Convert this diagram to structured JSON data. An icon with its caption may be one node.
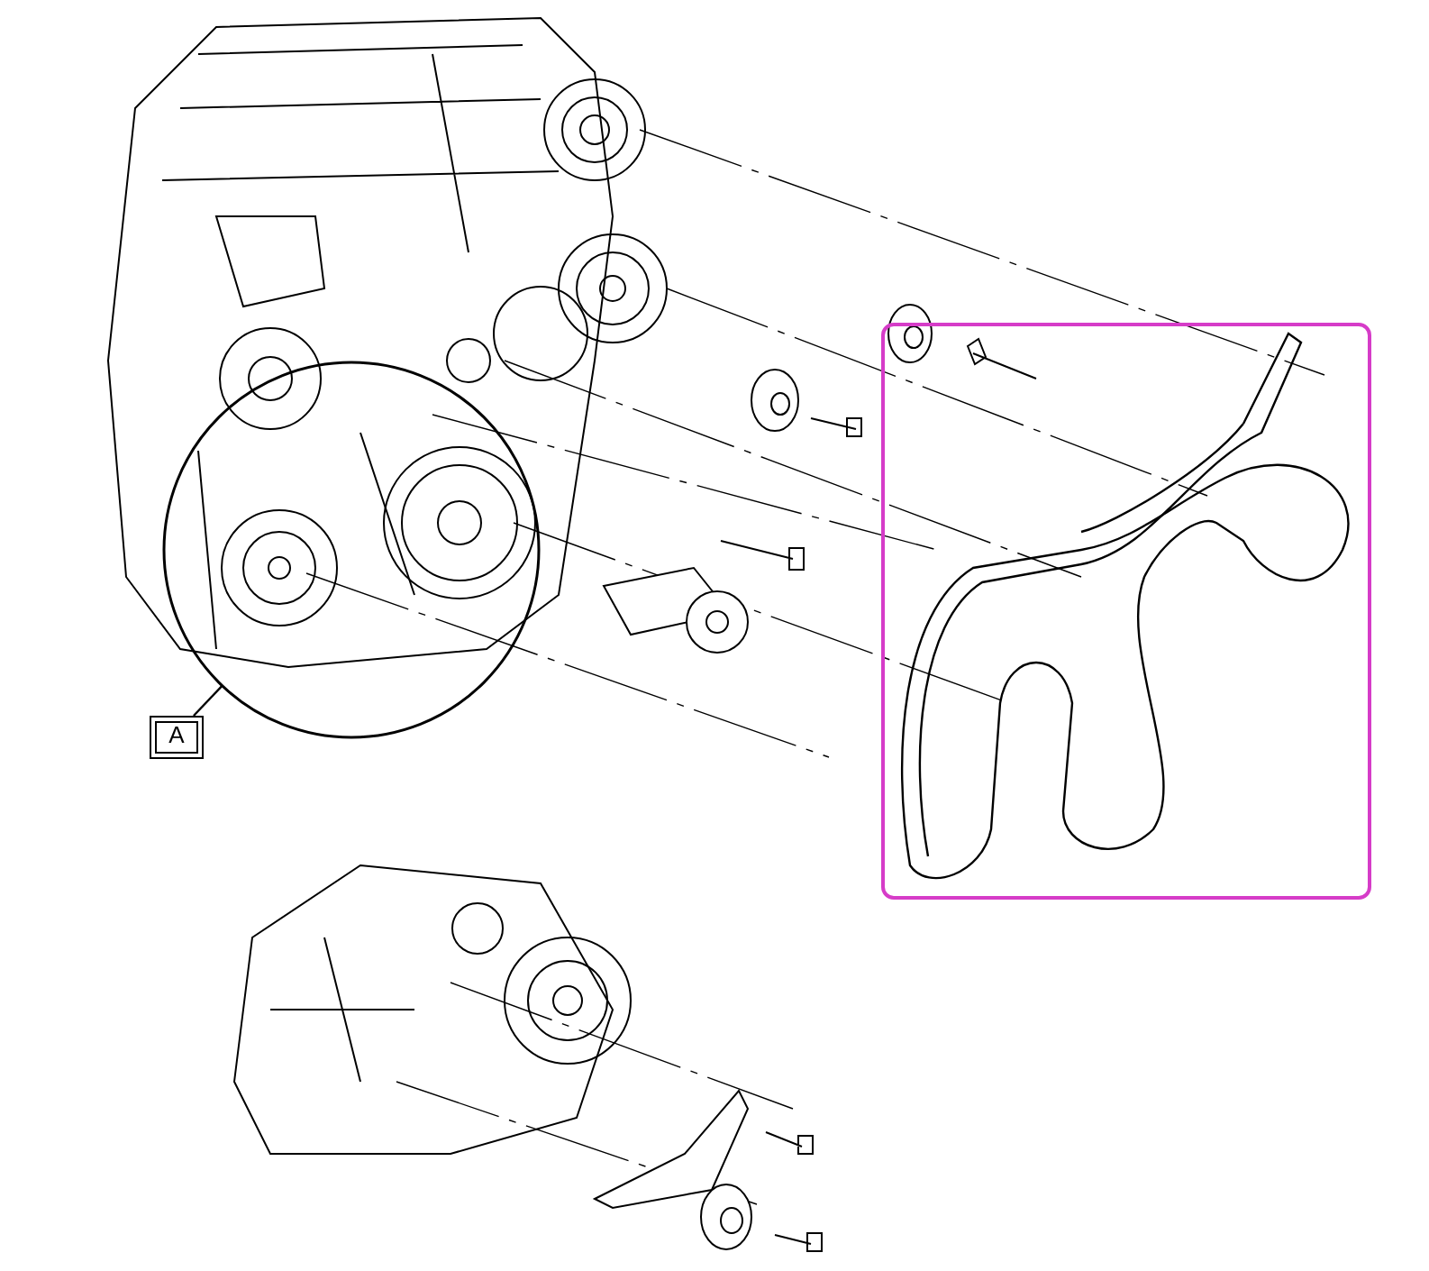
{
  "diagram": {
    "nodes": [
      {
        "text": [
          "A"
        ]
      },
      {
        "text": [],
        "shape": "circle"
      }
    ],
    "edges": [
      {
        "from": 0,
        "to": 1,
        "arrow": "none"
      }
    ]
  }
}
